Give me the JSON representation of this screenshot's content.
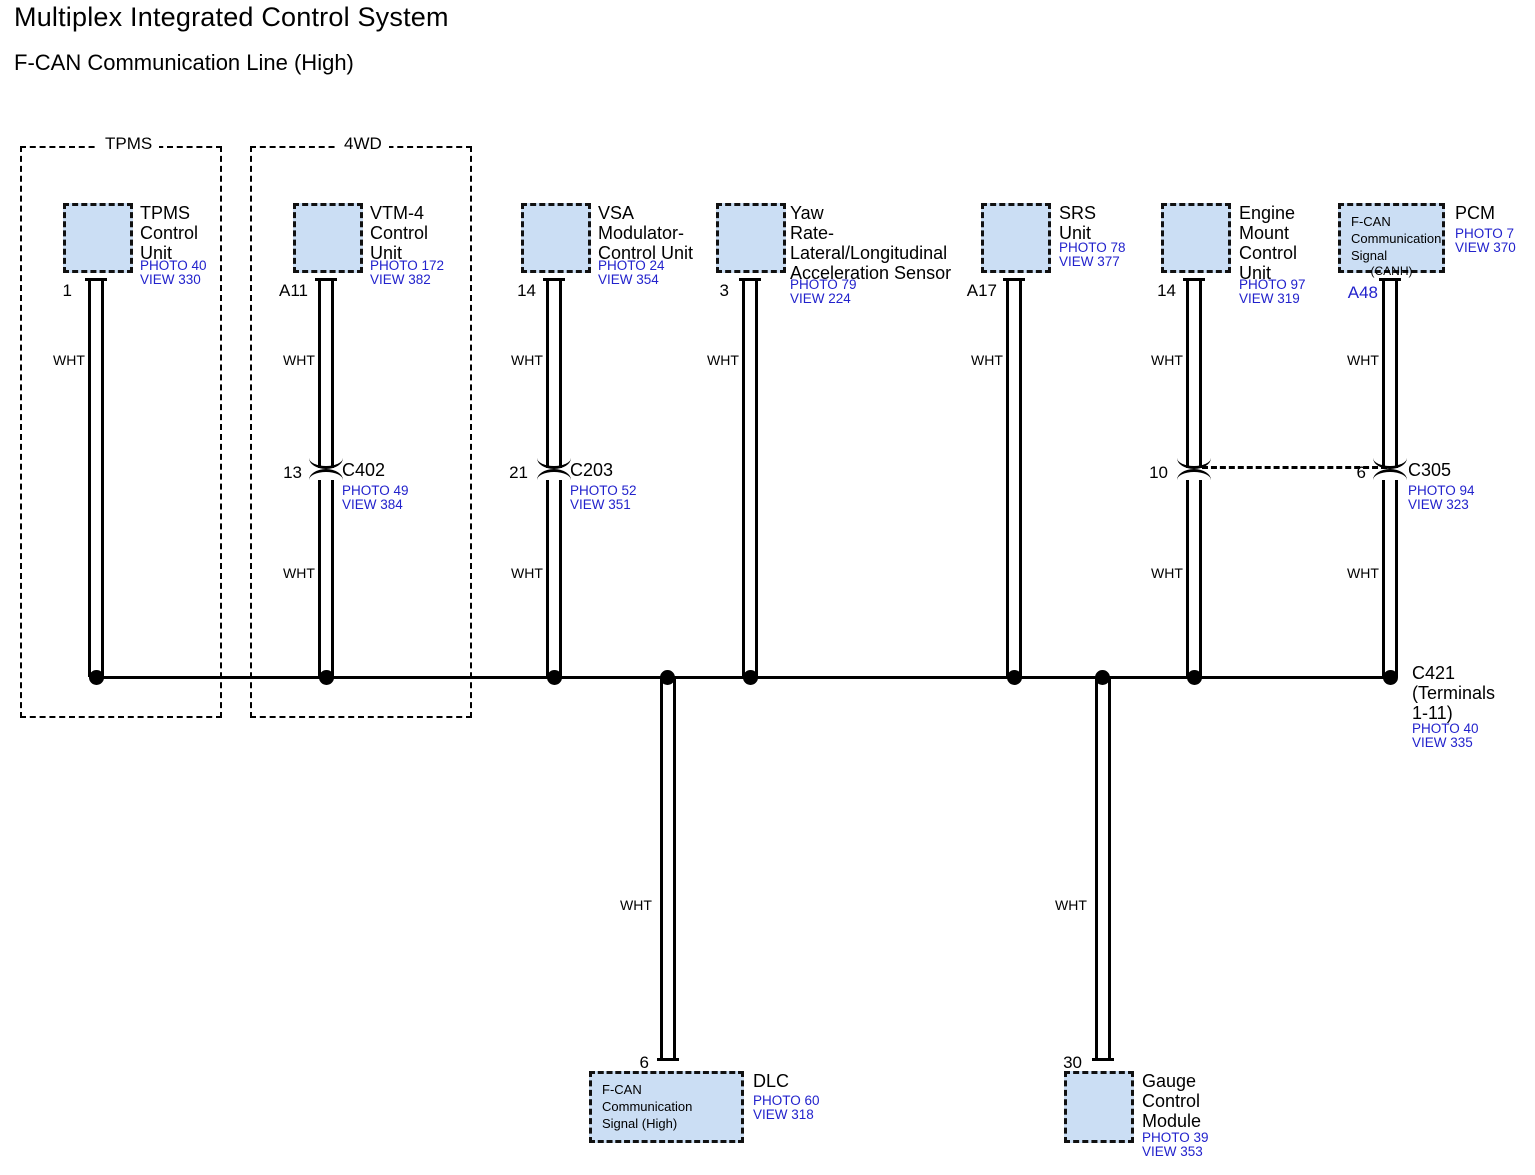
{
  "document": {
    "title": "Multiplex Integrated Control System",
    "subtitle": "F-CAN Communication Line (High)"
  },
  "groups": [
    {
      "label": "TPMS"
    },
    {
      "label": "4WD"
    }
  ],
  "wire_color_label": "WHT",
  "components": [
    {
      "id": "tpms-control-unit",
      "name": "TPMS\nControl\nUnit",
      "photo": "PHOTO 40",
      "view": "VIEW 330",
      "terminal": "1",
      "inner_text": null,
      "inner_sub": null
    },
    {
      "id": "vtm4-control-unit",
      "name": "VTM-4\nControl\nUnit",
      "photo": "PHOTO 172",
      "view": "VIEW 382",
      "terminal": "A11",
      "inner_text": null,
      "inner_sub": null
    },
    {
      "id": "vsa-modulator-control-unit",
      "name": "VSA\nModulator-\nControl Unit",
      "photo": "PHOTO 24",
      "view": "VIEW 354",
      "terminal": "14",
      "inner_text": null,
      "inner_sub": null
    },
    {
      "id": "yaw-rate-sensor",
      "name": "Yaw\nRate-\nLateral/Longitudinal\nAcceleration Sensor",
      "photo": "PHOTO 79",
      "view": "VIEW 224",
      "terminal": "3",
      "inner_text": null,
      "inner_sub": null
    },
    {
      "id": "srs-unit",
      "name": "SRS\nUnit",
      "photo": "PHOTO 78",
      "view": "VIEW 377",
      "terminal": "A17",
      "inner_text": null,
      "inner_sub": null
    },
    {
      "id": "engine-mount-control-unit",
      "name": "Engine\nMount\nControl\nUnit",
      "photo": "PHOTO 97",
      "view": "VIEW 319",
      "terminal": "14",
      "inner_text": null,
      "inner_sub": null
    },
    {
      "id": "pcm",
      "name": "PCM",
      "photo": "PHOTO 7",
      "view": "VIEW 370",
      "terminal": "A48",
      "terminal_color": "blue",
      "inner_text": "F-CAN\nCommunication\nSignal",
      "inner_sub": "(CANH)"
    },
    {
      "id": "dlc",
      "name": "DLC",
      "photo": "PHOTO 60",
      "view": "VIEW 318",
      "terminal": "6",
      "inner_text": "F-CAN\nCommunication\nSignal (High)",
      "inner_sub": null
    },
    {
      "id": "gauge-control-module",
      "name": "Gauge\nControl\nModule",
      "photo": "PHOTO 39",
      "view": "VIEW 353",
      "terminal": "30",
      "inner_text": null,
      "inner_sub": null
    }
  ],
  "connectors": [
    {
      "id": "c402",
      "name": "C402",
      "photo": "PHOTO 49",
      "view": "VIEW 384",
      "terminal": "13"
    },
    {
      "id": "c203",
      "name": "C203",
      "photo": "PHOTO 52",
      "view": "VIEW 351",
      "terminal": "21"
    },
    {
      "id": "c305-left",
      "name": "",
      "photo": "",
      "view": "",
      "terminal": "10"
    },
    {
      "id": "c305",
      "name": "C305",
      "photo": "PHOTO 94",
      "view": "VIEW 323",
      "terminal": "6"
    },
    {
      "id": "c421",
      "name": "C421\n(Terminals\n1-11)",
      "photo": "PHOTO 40",
      "view": "VIEW 335",
      "terminal": ""
    }
  ],
  "colors": {
    "component_fill": "#cbdef4",
    "reference_text": "#2222cc",
    "line": "#000000"
  }
}
